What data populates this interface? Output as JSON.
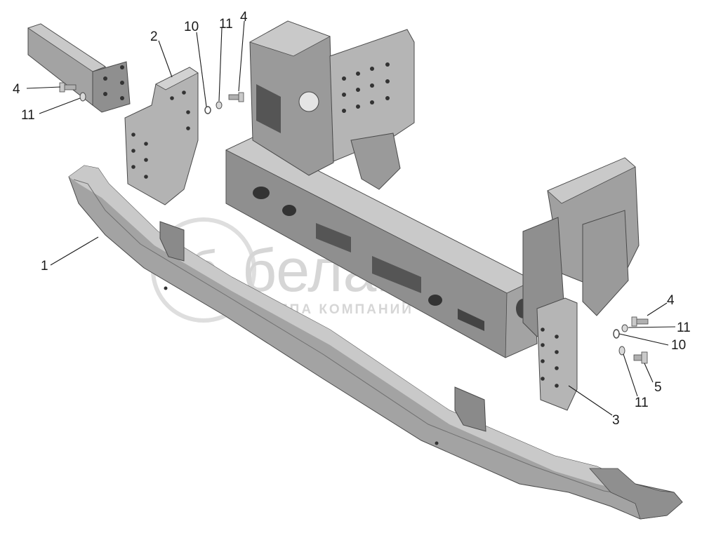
{
  "watermark": {
    "brand": "белагро",
    "subtitle": "ГРУППА КОМПАНИЙ"
  },
  "callouts": [
    {
      "id": "c1",
      "text": "1"
    },
    {
      "id": "c2",
      "text": "2"
    },
    {
      "id": "c3",
      "text": "3"
    },
    {
      "id": "c4a",
      "text": "4"
    },
    {
      "id": "c4b",
      "text": "4"
    },
    {
      "id": "c4c",
      "text": "4"
    },
    {
      "id": "c5",
      "text": "5"
    },
    {
      "id": "c10a",
      "text": "10"
    },
    {
      "id": "c10b",
      "text": "10"
    },
    {
      "id": "c11a",
      "text": "11"
    },
    {
      "id": "c11b",
      "text": "11"
    },
    {
      "id": "c11c",
      "text": "11"
    },
    {
      "id": "c11d",
      "text": "11"
    }
  ],
  "colors": {
    "metal_light": "#c9c9c9",
    "metal_mid": "#a3a3a3",
    "metal_dark": "#6f6f6f",
    "hole": "#333333",
    "outline": "#4a4a4a",
    "watermark": "#d6d6d6"
  }
}
